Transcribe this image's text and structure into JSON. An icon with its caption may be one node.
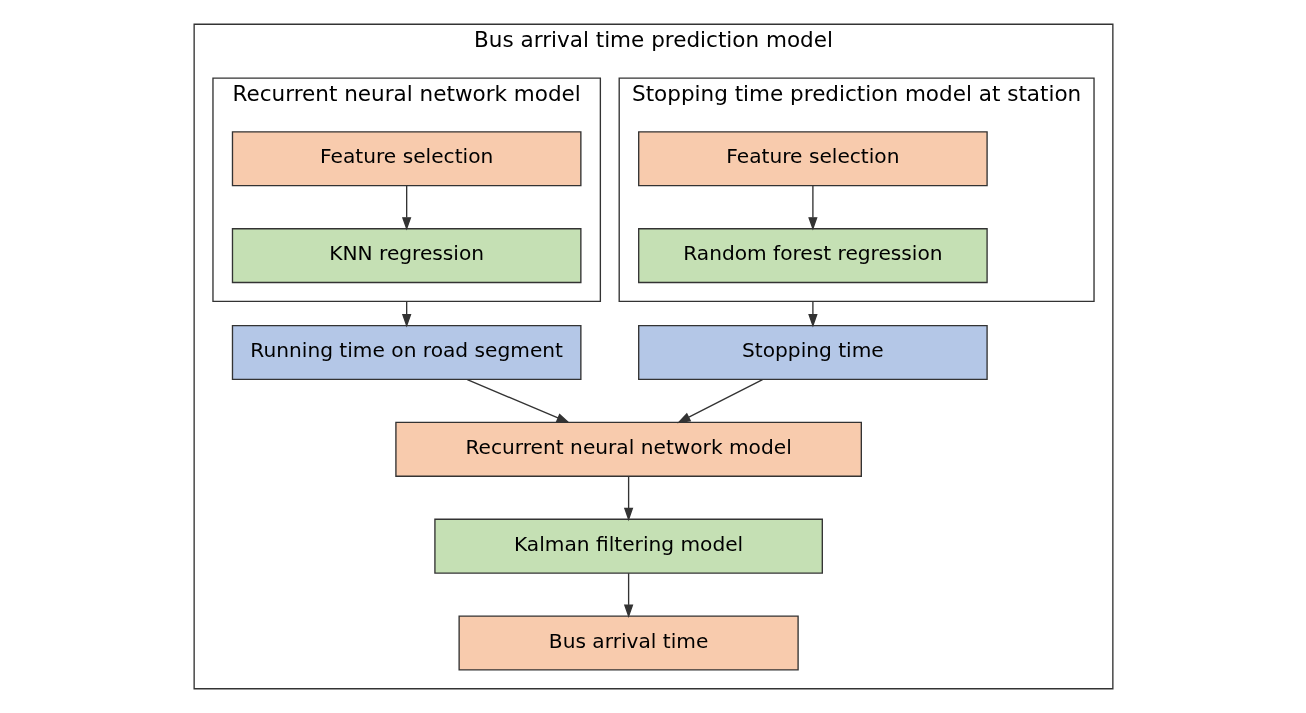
{
  "diagram": {
    "nodes": [
      {
        "text": [
          "Bus arrival time prediction model"
        ]
      },
      {
        "text": [
          "Stopping time prediction model at station"
        ],
        "in": 0
      },
      {
        "text": [
          "Feature selection"
        ],
        "in": 1
      },
      {
        "text": [
          "Random forest regression"
        ],
        "in": 1
      },
      {
        "text": [
          "Recurrent neural network model"
        ],
        "in": 0
      },
      {
        "text": [
          "Feature selection"
        ],
        "in": 4
      },
      {
        "text": [
          "KNN regression"
        ],
        "in": 4
      },
      {
        "text": [
          "Stopping time"
        ],
        "in": 0
      },
      {
        "text": [
          "Running time on road segment"
        ],
        "in": 0
      },
      {
        "text": [
          "Recurrent neural network model"
        ],
        "in": 0
      },
      {
        "text": [
          "Kalman filtering model"
        ],
        "in": 0
      },
      {
        "text": [
          "Bus arrival time"
        ],
        "in": 0
      }
    ],
    "edges": [
      {
        "from": 2,
        "to": 3,
        "arrow": "to"
      },
      {
        "from": 5,
        "to": 6,
        "arrow": "to"
      },
      {
        "from": 1,
        "to": 7,
        "arrow": "to"
      },
      {
        "from": 4,
        "to": 8,
        "arrow": "to"
      },
      {
        "from": 7,
        "to": 9,
        "arrow": "to"
      },
      {
        "from": 8,
        "to": 9,
        "arrow": "to"
      },
      {
        "from": 9,
        "to": 10,
        "arrow": "to"
      },
      {
        "from": 10,
        "to": 11,
        "arrow": "to"
      }
    ]
  }
}
